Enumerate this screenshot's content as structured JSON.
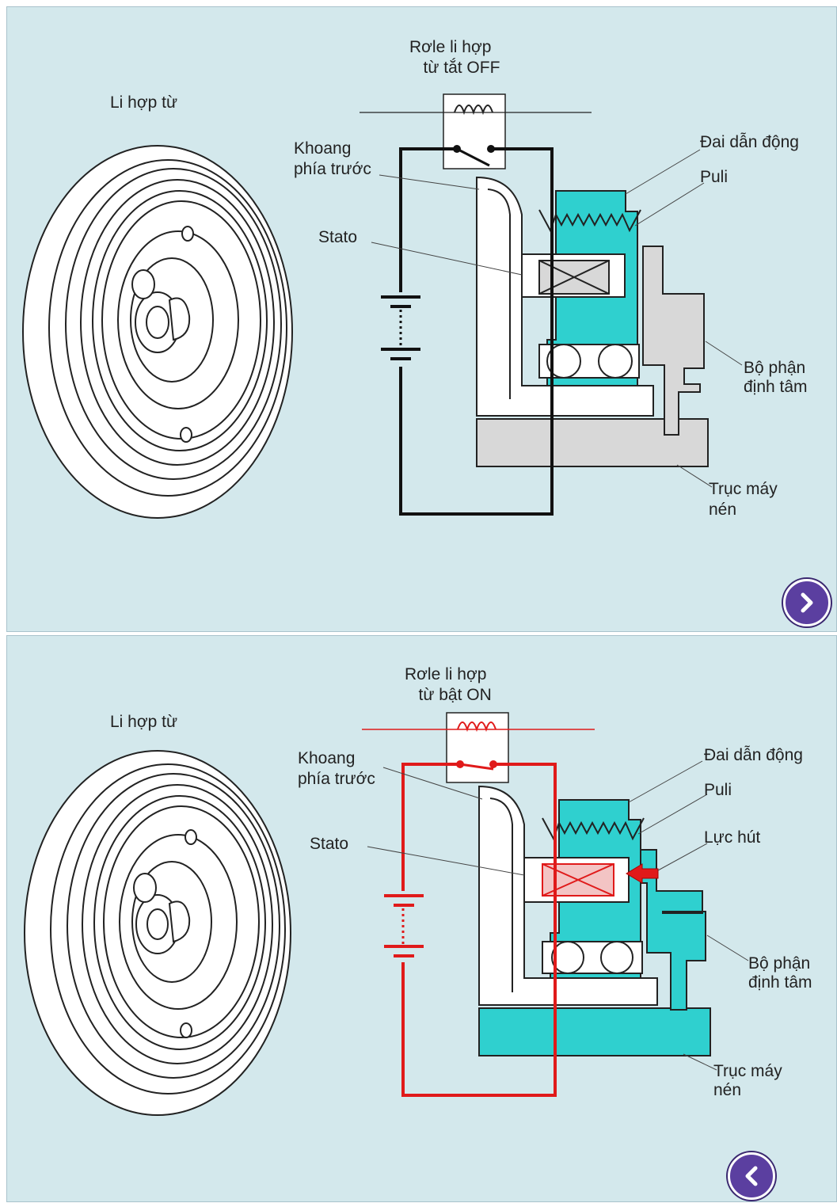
{
  "colors": {
    "background": "#d3e8ec",
    "cyan": "#2fd0cf",
    "grey": "#d8d8d8",
    "circuit_off": "#111111",
    "circuit_on": "#e01a1a",
    "nav_button": "#5b3fa0"
  },
  "top": {
    "relay_label": "Rơle li hợp\n   từ tắt OFF",
    "clutch_label": "Li hợp từ",
    "front_housing_label": "Khoang\nphía trước",
    "stator_label": "Stato",
    "belt_label": "Đai dẫn động",
    "pulley_label": "Puli",
    "hub_label": "Bộ phận\nđịnh tâm",
    "shaft_label": "Trục máy\nnén",
    "next_icon": "chevron-right-icon"
  },
  "bottom": {
    "relay_label": "Rơle li hợp\n   từ bật ON",
    "clutch_label": "Li hợp từ",
    "front_housing_label": "Khoang\nphía trước",
    "stator_label": "Stato",
    "belt_label": "Đai dẫn động",
    "pulley_label": "Puli",
    "force_label": "Lực hút",
    "hub_label": "Bộ phận\nđịnh tâm",
    "shaft_label": "Trục máy\nnén",
    "prev_icon": "chevron-left-icon"
  }
}
